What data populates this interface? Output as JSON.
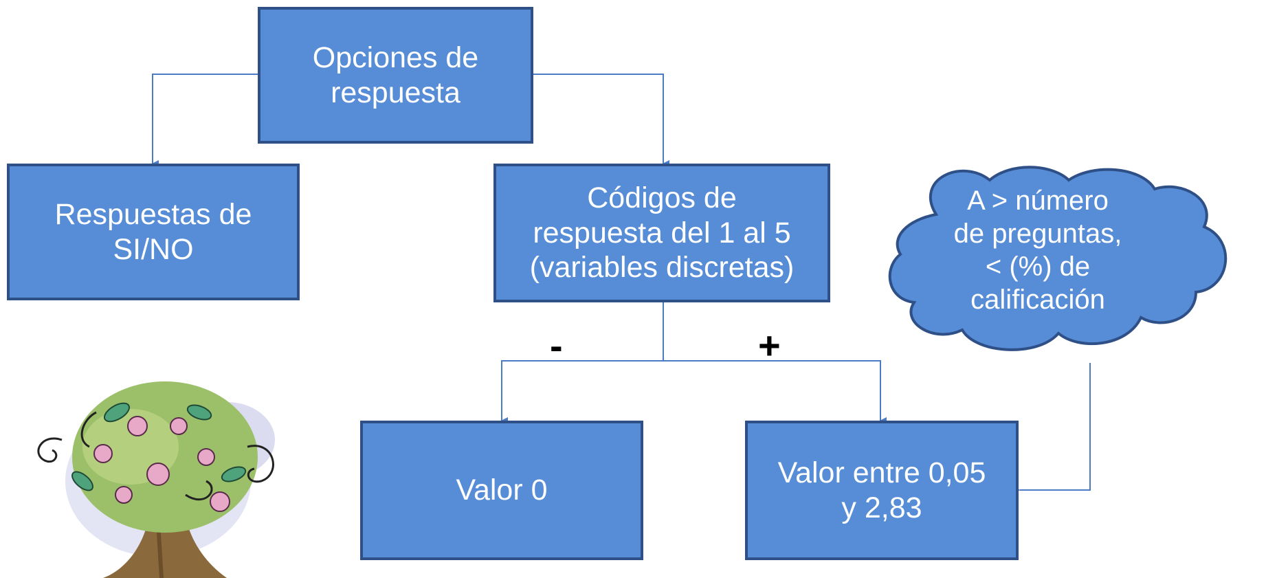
{
  "diagram": {
    "root": "Opciones de\nrespuesta",
    "left_child": "Respuestas de\nSI/NO",
    "right_child": "Códigos de\nrespuesta del 1 al 5\n(variables discretas)",
    "minus_label": "-",
    "plus_label": "+",
    "minus_result": "Valor 0",
    "plus_result": "Valor entre 0,05\ny 2,83",
    "cloud_note": "A  > número\nde preguntas,\n< (%) de\ncalificación"
  },
  "colors": {
    "box_fill": "#568dd6",
    "box_border": "#2f4f87",
    "connector": "#4a7bc4",
    "cloud_fill": "#568dd6"
  },
  "icons": [
    "tree-clipart-icon"
  ]
}
